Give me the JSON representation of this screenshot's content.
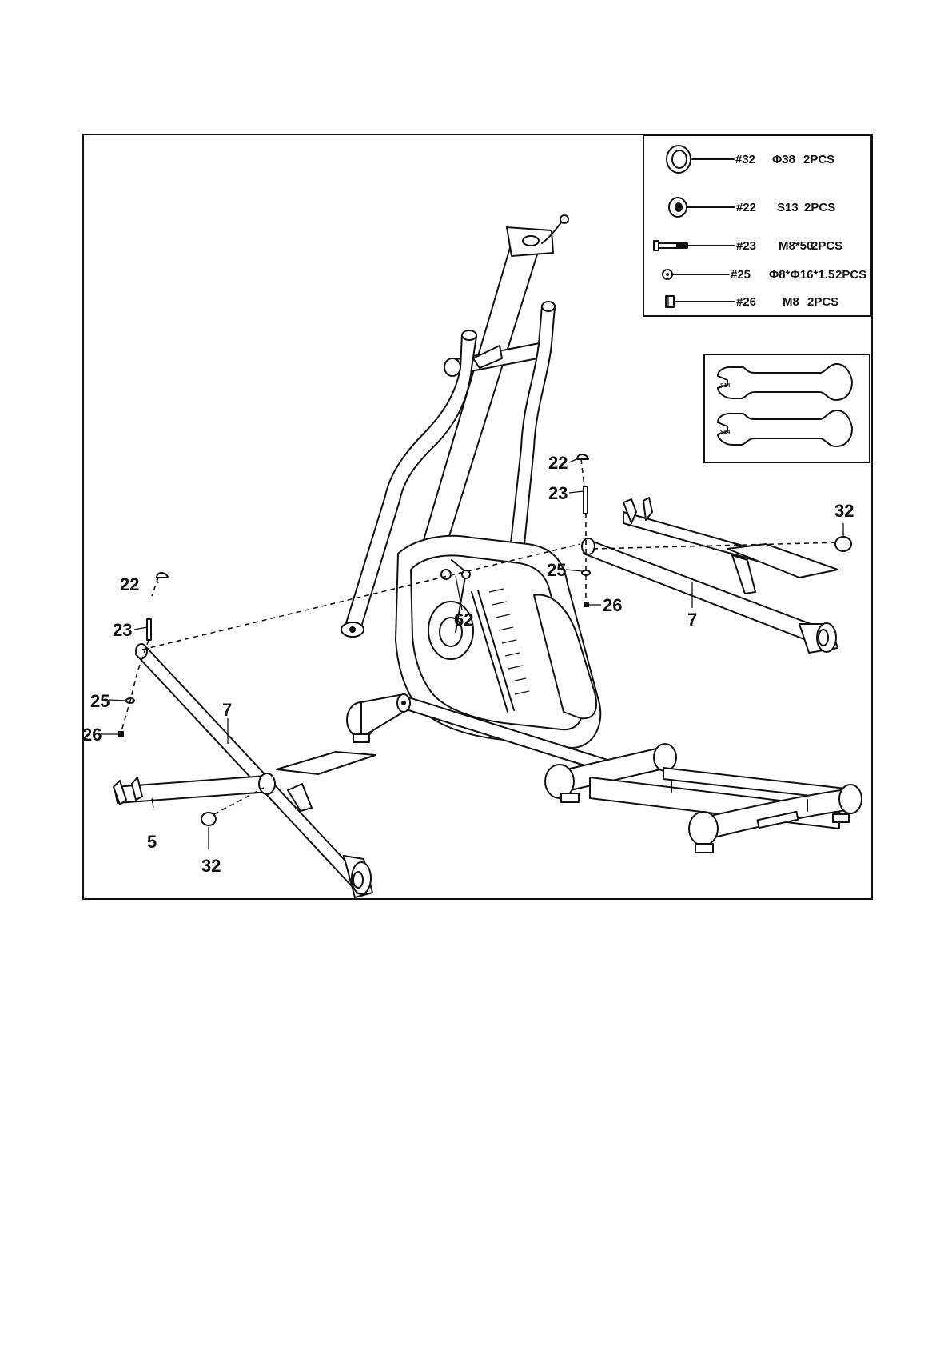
{
  "hardware": [
    {
      "part": "#32",
      "spec": "Φ38",
      "qty": "2PCS",
      "icon": "end-cap-icon"
    },
    {
      "part": "#22",
      "spec": "S13",
      "qty": "2PCS",
      "icon": "nut-icon"
    },
    {
      "part": "#23",
      "spec": "M8*50",
      "qty": "2PCS",
      "icon": "bolt-icon"
    },
    {
      "part": "#25",
      "spec": "Φ8*Φ16*1.5",
      "qty": "2PCS",
      "icon": "washer-icon"
    },
    {
      "part": "#26",
      "spec": "M8",
      "qty": "2PCS",
      "icon": "lock-nut-icon"
    }
  ],
  "wrenches": [
    {
      "label": "S14",
      "icon": "wrench-icon"
    },
    {
      "label": "S14",
      "icon": "wrench-icon"
    }
  ],
  "callouts": {
    "left_22": "22",
    "left_23": "23",
    "left_25": "25",
    "left_26": "26",
    "left_7": "7",
    "left_5": "5",
    "left_32": "32",
    "right_22": "22",
    "right_23": "23",
    "right_25": "25",
    "right_26": "26",
    "right_7": "7",
    "right_32": "32",
    "center_62": "62"
  }
}
